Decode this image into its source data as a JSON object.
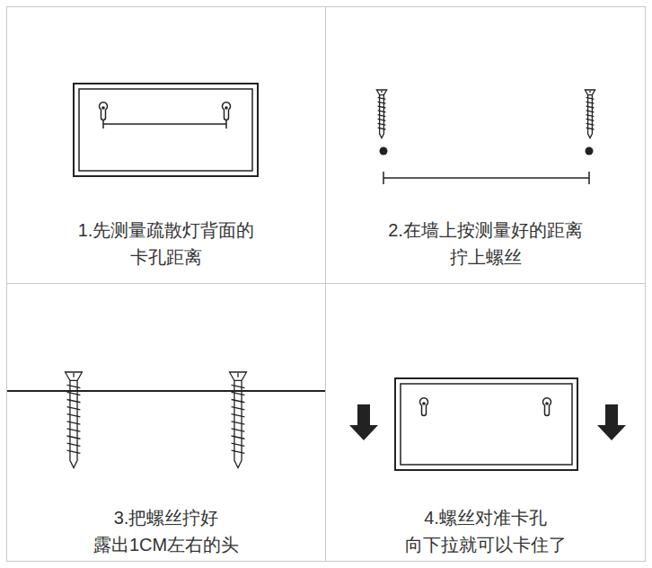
{
  "diagram": {
    "nodes": [
      {
        "text": [
          "1.先测量疏散灯背面的 卡孔距离"
        ]
      },
      {
        "text": [
          "2.在墙上按测量好的距离 拧上螺丝"
        ]
      },
      {
        "text": [
          "3.把螺丝拧好 露出1CM左右的头"
        ]
      },
      {
        "text": [
          "4.螺丝对准卡孔 向下拉就可以卡住了"
        ]
      }
    ]
  }
}
